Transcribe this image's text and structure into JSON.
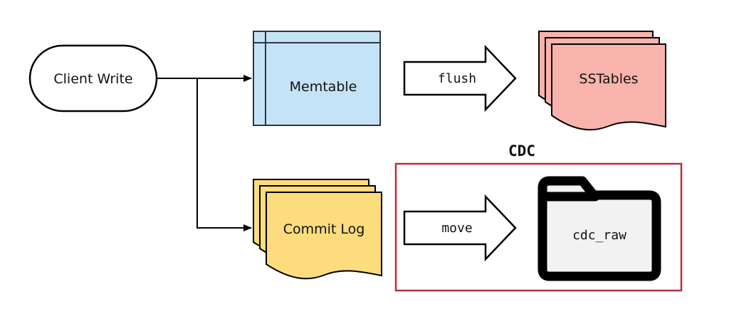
{
  "nodes": {
    "client_write": "Client Write",
    "memtable": "Memtable",
    "sstables": "SSTables",
    "commit_log": "Commit Log",
    "cdc_raw": "cdc_raw"
  },
  "edges": {
    "flush": "flush",
    "move": "move"
  },
  "groups": {
    "cdc": "CDC"
  },
  "colors": {
    "memtable_fill": "#c5e3f6",
    "memtable_stroke": "#2f3640",
    "sstables_fill": "#f8b4ac",
    "commit_log_fill": "#fddc7e",
    "cdc_border": "#b3303e",
    "folder_fill": "#f2f2f2",
    "folder_stroke": "#000000",
    "line": "#000000"
  }
}
